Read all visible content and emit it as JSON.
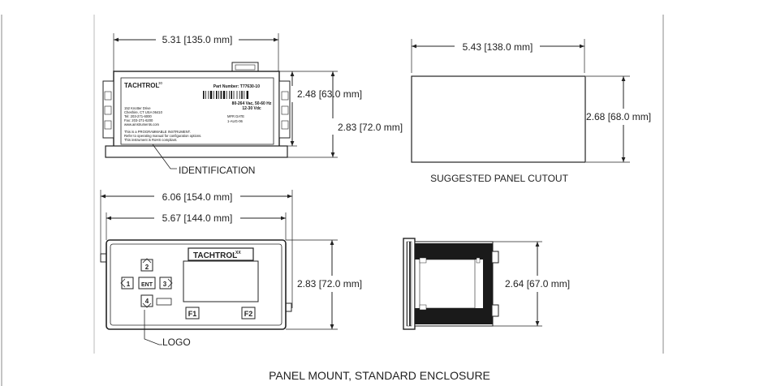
{
  "dimensions": {
    "top_width": "5.31 [135.0 mm]",
    "top_height_inner": "2.48 [63.0 mm]",
    "top_height_outer": "2.83 [72.0 mm]",
    "cutout_width": "5.43 [138.0 mm]",
    "cutout_height": "2.68 [68.0 mm]",
    "front_width_outer": "6.06 [154.0 mm]",
    "front_width_inner": "5.67 [144.0 mm]",
    "front_height": "2.83 [72.0 mm]",
    "side_height": "2.64 [67.0 mm]"
  },
  "labels": {
    "identification": "IDENTIFICATION",
    "suggested_cutout": "SUGGESTED PANEL CUTOUT",
    "logo": "LOGO",
    "caption": "PANEL MOUNT, STANDARD ENCLOSURE"
  },
  "id_label": {
    "brand": "TACHTROL",
    "brand_sup": "30",
    "part_number": "Part Number: T77630-10",
    "power1": "80-264 Vac, 50-60 Hz",
    "power2": "12-30 Vdc",
    "address1": "152 Knotter Drive",
    "address2": "Cheshire, CT USA 06410",
    "tel": "Tel: 203-271-6000",
    "fax": "Fax: 203-271-6200",
    "web": "www.ainstruments.com",
    "mfr": "MFR DATE",
    "date": "1-AUG-06",
    "note1": "This is a PROGRAMMABLE INSTRUMENT.",
    "note2": "Refer to operating manual for configuration options.",
    "note3": "This instrument is RoHS compliant."
  },
  "front_panel": {
    "brand": "TACHTROL",
    "brand_sup": "XX",
    "key_up": "2",
    "key_left": "1",
    "key_ent": "ENT",
    "key_right": "3",
    "key_down": "4",
    "f1": "F1",
    "f2": "F2"
  }
}
